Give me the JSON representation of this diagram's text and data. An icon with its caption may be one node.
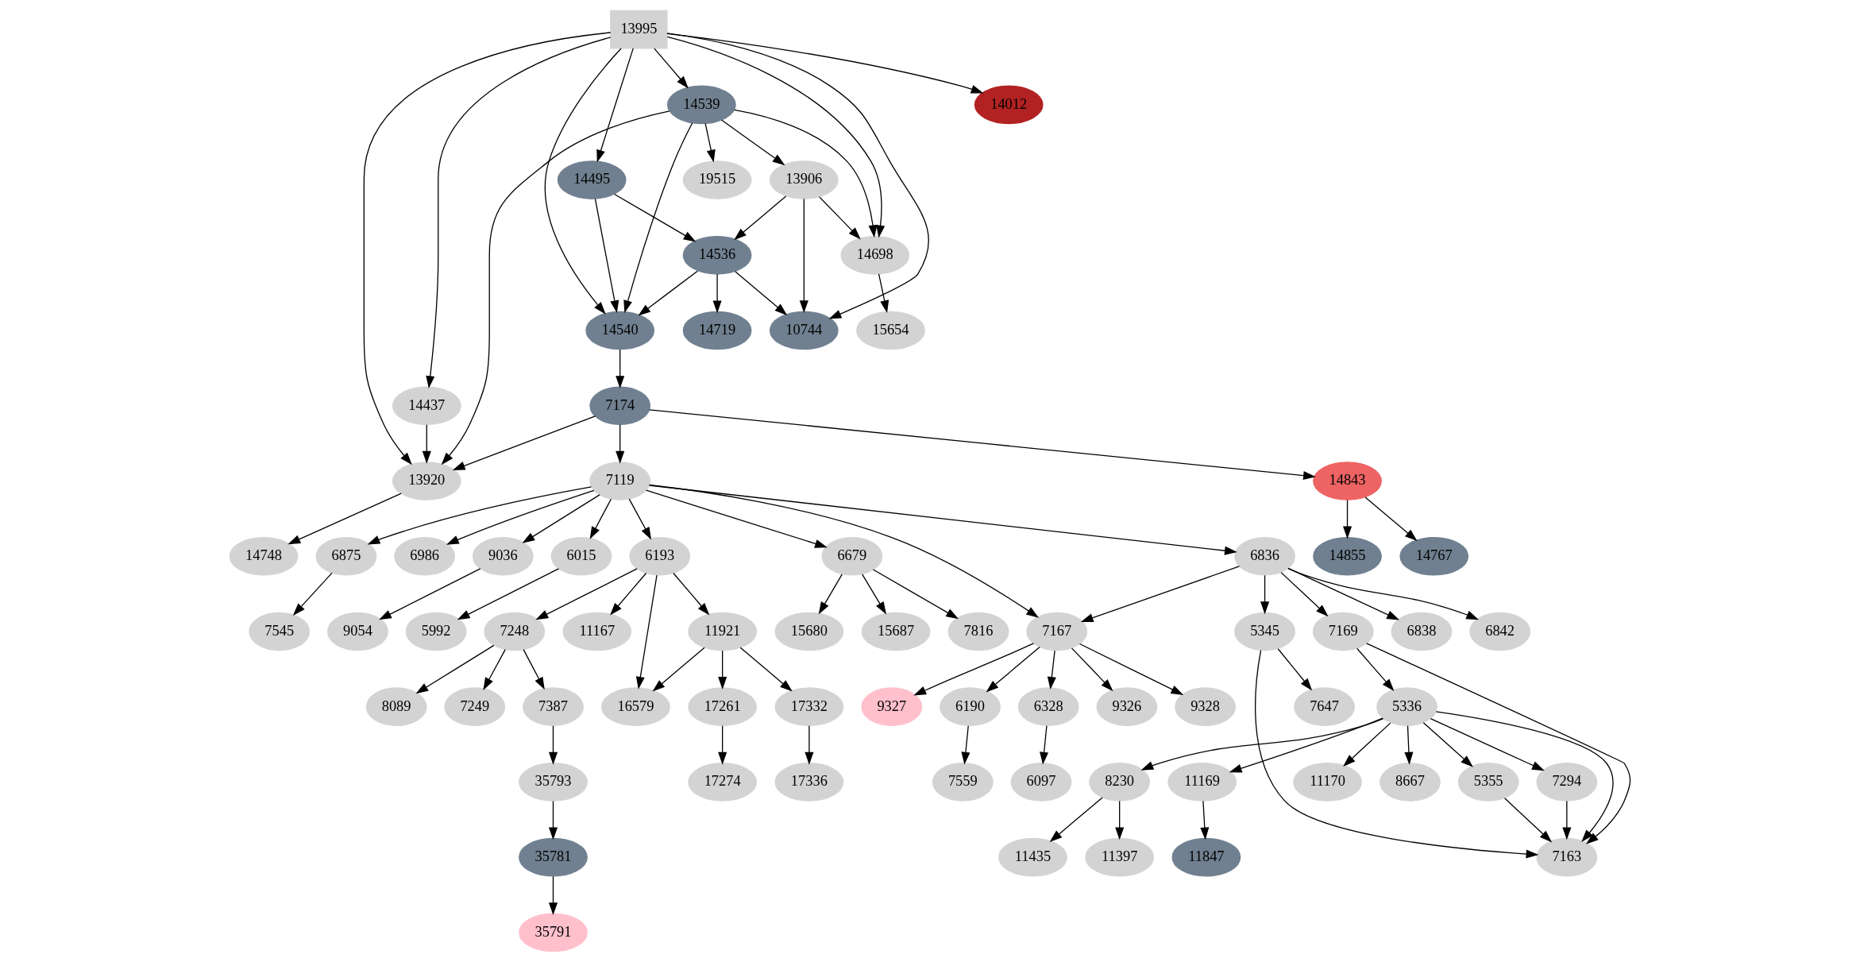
{
  "diagram": {
    "nodes": [
      {
        "text": [
          "13995"
        ]
      },
      {
        "text": [
          "14539"
        ]
      },
      {
        "text": [
          "14012"
        ]
      },
      {
        "text": [
          "14495"
        ]
      },
      {
        "text": [
          "13906"
        ]
      },
      {
        "text": [
          "19515"
        ]
      },
      {
        "text": [
          "14536"
        ]
      },
      {
        "text": [
          "14698"
        ]
      },
      {
        "text": [
          "14540"
        ]
      },
      {
        "text": [
          "14719"
        ]
      },
      {
        "text": [
          "10744"
        ]
      },
      {
        "text": [
          "15654"
        ]
      },
      {
        "text": [
          "14437"
        ]
      },
      {
        "text": [
          "7174"
        ]
      },
      {
        "text": [
          "13920"
        ]
      },
      {
        "text": [
          "7119"
        ]
      },
      {
        "text": [
          "14843"
        ]
      },
      {
        "text": [
          "14748"
        ]
      },
      {
        "text": [
          "6193"
        ]
      },
      {
        "text": [
          "6679"
        ]
      },
      {
        "text": [
          "6836"
        ]
      },
      {
        "text": [
          "6875"
        ]
      },
      {
        "text": [
          "6986"
        ]
      },
      {
        "text": [
          "9036"
        ]
      },
      {
        "text": [
          "6015"
        ]
      },
      {
        "text": [
          "14855"
        ]
      },
      {
        "text": [
          "14767"
        ]
      },
      {
        "text": [
          "11921"
        ]
      },
      {
        "text": [
          "7248"
        ]
      },
      {
        "text": [
          "11167"
        ]
      },
      {
        "text": [
          "15687"
        ]
      },
      {
        "text": [
          "7816"
        ]
      },
      {
        "text": [
          "15680"
        ]
      },
      {
        "text": [
          "7167"
        ]
      },
      {
        "text": [
          "6838"
        ]
      },
      {
        "text": [
          "6842"
        ]
      },
      {
        "text": [
          "5345"
        ]
      },
      {
        "text": [
          "7169"
        ]
      },
      {
        "text": [
          "7545"
        ]
      },
      {
        "text": [
          "9054"
        ]
      },
      {
        "text": [
          "5992"
        ]
      },
      {
        "text": [
          "16579"
        ]
      },
      {
        "text": [
          "17261"
        ]
      },
      {
        "text": [
          "17332"
        ]
      },
      {
        "text": [
          "7249"
        ]
      },
      {
        "text": [
          "7387"
        ]
      },
      {
        "text": [
          "8089"
        ]
      },
      {
        "text": [
          "9327"
        ]
      },
      {
        "text": [
          "6190"
        ]
      },
      {
        "text": [
          "6328"
        ]
      },
      {
        "text": [
          "9326"
        ]
      },
      {
        "text": [
          "9328"
        ]
      },
      {
        "text": [
          "7647"
        ]
      },
      {
        "text": [
          "5336"
        ]
      },
      {
        "text": [
          "17274"
        ]
      },
      {
        "text": [
          "17336"
        ]
      },
      {
        "text": [
          "35793"
        ]
      },
      {
        "text": [
          "7559"
        ]
      },
      {
        "text": [
          "6097"
        ]
      },
      {
        "text": [
          "11170"
        ]
      },
      {
        "text": [
          "5355"
        ]
      },
      {
        "text": [
          "7294"
        ]
      },
      {
        "text": [
          "8667"
        ]
      },
      {
        "text": [
          "8230"
        ]
      },
      {
        "text": [
          "11169"
        ]
      },
      {
        "text": [
          "35781"
        ]
      },
      {
        "text": [
          "7163"
        ]
      },
      {
        "text": [
          "11435"
        ]
      },
      {
        "text": [
          "11397"
        ]
      },
      {
        "text": [
          "11847"
        ]
      },
      {
        "text": [
          "35791"
        ]
      }
    ],
    "edges": [
      {
        "from": 0,
        "to": 12,
        "arrow": "to"
      },
      {
        "from": 0,
        "to": 14,
        "arrow": "to"
      },
      {
        "from": 0,
        "to": 8,
        "arrow": "to"
      },
      {
        "from": 0,
        "to": 3,
        "arrow": "to"
      },
      {
        "from": 0,
        "to": 10,
        "arrow": "to"
      },
      {
        "from": 0,
        "to": 1,
        "arrow": "to"
      },
      {
        "from": 0,
        "to": 7,
        "arrow": "to"
      },
      {
        "from": 0,
        "to": 2,
        "arrow": "to"
      },
      {
        "from": 1,
        "to": 14,
        "arrow": "to"
      },
      {
        "from": 1,
        "to": 8,
        "arrow": "to"
      },
      {
        "from": 1,
        "to": 4,
        "arrow": "to"
      },
      {
        "from": 1,
        "to": 5,
        "arrow": "to"
      },
      {
        "from": 1,
        "to": 7,
        "arrow": "to"
      },
      {
        "from": 3,
        "to": 8,
        "arrow": "to"
      },
      {
        "from": 3,
        "to": 6,
        "arrow": "to"
      },
      {
        "from": 4,
        "to": 6,
        "arrow": "to"
      },
      {
        "from": 4,
        "to": 10,
        "arrow": "to"
      },
      {
        "from": 4,
        "to": 7,
        "arrow": "to"
      },
      {
        "from": 6,
        "to": 8,
        "arrow": "to"
      },
      {
        "from": 6,
        "to": 9,
        "arrow": "to"
      },
      {
        "from": 6,
        "to": 10,
        "arrow": "to"
      },
      {
        "from": 7,
        "to": 11,
        "arrow": "to"
      },
      {
        "from": 8,
        "to": 13,
        "arrow": "to"
      },
      {
        "from": 13,
        "to": 14,
        "arrow": "to"
      },
      {
        "from": 13,
        "to": 15,
        "arrow": "to"
      },
      {
        "from": 13,
        "to": 16,
        "arrow": "to"
      },
      {
        "from": 12,
        "to": 14,
        "arrow": "to"
      },
      {
        "from": 14,
        "to": 17,
        "arrow": "to"
      },
      {
        "from": 15,
        "to": 18,
        "arrow": "to"
      },
      {
        "from": 15,
        "to": 19,
        "arrow": "to"
      },
      {
        "from": 15,
        "to": 33,
        "arrow": "to"
      },
      {
        "from": 15,
        "to": 20,
        "arrow": "to"
      },
      {
        "from": 15,
        "to": 21,
        "arrow": "to"
      },
      {
        "from": 15,
        "to": 22,
        "arrow": "to"
      },
      {
        "from": 15,
        "to": 23,
        "arrow": "to"
      },
      {
        "from": 15,
        "to": 24,
        "arrow": "to"
      },
      {
        "from": 16,
        "to": 25,
        "arrow": "to"
      },
      {
        "from": 16,
        "to": 26,
        "arrow": "to"
      },
      {
        "from": 18,
        "to": 41,
        "arrow": "to"
      },
      {
        "from": 18,
        "to": 27,
        "arrow": "to"
      },
      {
        "from": 18,
        "to": 28,
        "arrow": "to"
      },
      {
        "from": 18,
        "to": 29,
        "arrow": "to"
      },
      {
        "from": 19,
        "to": 30,
        "arrow": "to"
      },
      {
        "from": 19,
        "to": 31,
        "arrow": "to"
      },
      {
        "from": 19,
        "to": 32,
        "arrow": "to"
      },
      {
        "from": 20,
        "to": 33,
        "arrow": "to"
      },
      {
        "from": 20,
        "to": 34,
        "arrow": "to"
      },
      {
        "from": 20,
        "to": 35,
        "arrow": "to"
      },
      {
        "from": 20,
        "to": 36,
        "arrow": "to"
      },
      {
        "from": 20,
        "to": 37,
        "arrow": "to"
      },
      {
        "from": 21,
        "to": 38,
        "arrow": "to"
      },
      {
        "from": 23,
        "to": 39,
        "arrow": "to"
      },
      {
        "from": 24,
        "to": 40,
        "arrow": "to"
      },
      {
        "from": 27,
        "to": 41,
        "arrow": "to"
      },
      {
        "from": 27,
        "to": 42,
        "arrow": "to"
      },
      {
        "from": 27,
        "to": 43,
        "arrow": "to"
      },
      {
        "from": 28,
        "to": 44,
        "arrow": "to"
      },
      {
        "from": 28,
        "to": 45,
        "arrow": "to"
      },
      {
        "from": 28,
        "to": 46,
        "arrow": "to"
      },
      {
        "from": 33,
        "to": 47,
        "arrow": "to"
      },
      {
        "from": 33,
        "to": 48,
        "arrow": "to"
      },
      {
        "from": 33,
        "to": 49,
        "arrow": "to"
      },
      {
        "from": 33,
        "to": 50,
        "arrow": "to"
      },
      {
        "from": 33,
        "to": 51,
        "arrow": "to"
      },
      {
        "from": 36,
        "to": 52,
        "arrow": "to"
      },
      {
        "from": 36,
        "to": 66,
        "arrow": "to"
      },
      {
        "from": 37,
        "to": 66,
        "arrow": "to"
      },
      {
        "from": 37,
        "to": 53,
        "arrow": "to"
      },
      {
        "from": 53,
        "to": 59,
        "arrow": "to"
      },
      {
        "from": 53,
        "to": 66,
        "arrow": "to"
      },
      {
        "from": 53,
        "to": 60,
        "arrow": "to"
      },
      {
        "from": 53,
        "to": 61,
        "arrow": "to"
      },
      {
        "from": 53,
        "to": 62,
        "arrow": "to"
      },
      {
        "from": 53,
        "to": 63,
        "arrow": "to"
      },
      {
        "from": 53,
        "to": 64,
        "arrow": "to"
      },
      {
        "from": 42,
        "to": 54,
        "arrow": "to"
      },
      {
        "from": 43,
        "to": 55,
        "arrow": "to"
      },
      {
        "from": 45,
        "to": 56,
        "arrow": "to"
      },
      {
        "from": 56,
        "to": 65,
        "arrow": "to"
      },
      {
        "from": 65,
        "to": 70,
        "arrow": "to"
      },
      {
        "from": 48,
        "to": 57,
        "arrow": "to"
      },
      {
        "from": 49,
        "to": 58,
        "arrow": "to"
      },
      {
        "from": 60,
        "to": 66,
        "arrow": "to"
      },
      {
        "from": 61,
        "to": 66,
        "arrow": "to"
      },
      {
        "from": 63,
        "to": 67,
        "arrow": "to"
      },
      {
        "from": 63,
        "to": 68,
        "arrow": "to"
      },
      {
        "from": 64,
        "to": 69,
        "arrow": "to"
      }
    ]
  }
}
